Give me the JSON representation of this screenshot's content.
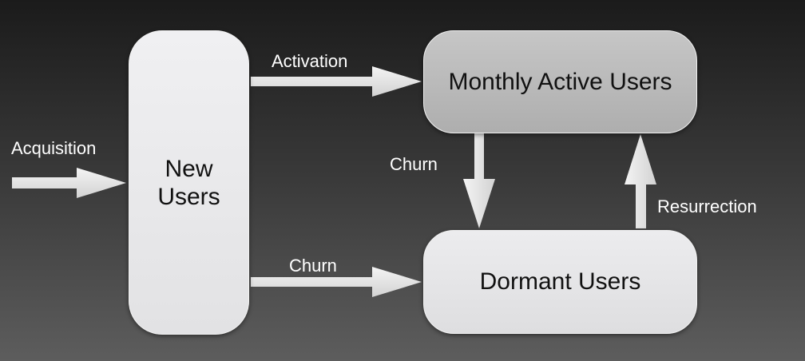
{
  "nodes": {
    "new_users": {
      "line1": "New",
      "line2": "Users"
    },
    "monthly_active_users": {
      "label": "Monthly Active Users"
    },
    "dormant_users": {
      "label": "Dormant Users"
    }
  },
  "edges": {
    "acquisition": "Acquisition",
    "activation": "Activation",
    "churn_new_to_dormant": "Churn",
    "churn_mau_to_dormant": "Churn",
    "resurrection": "Resurrection"
  }
}
